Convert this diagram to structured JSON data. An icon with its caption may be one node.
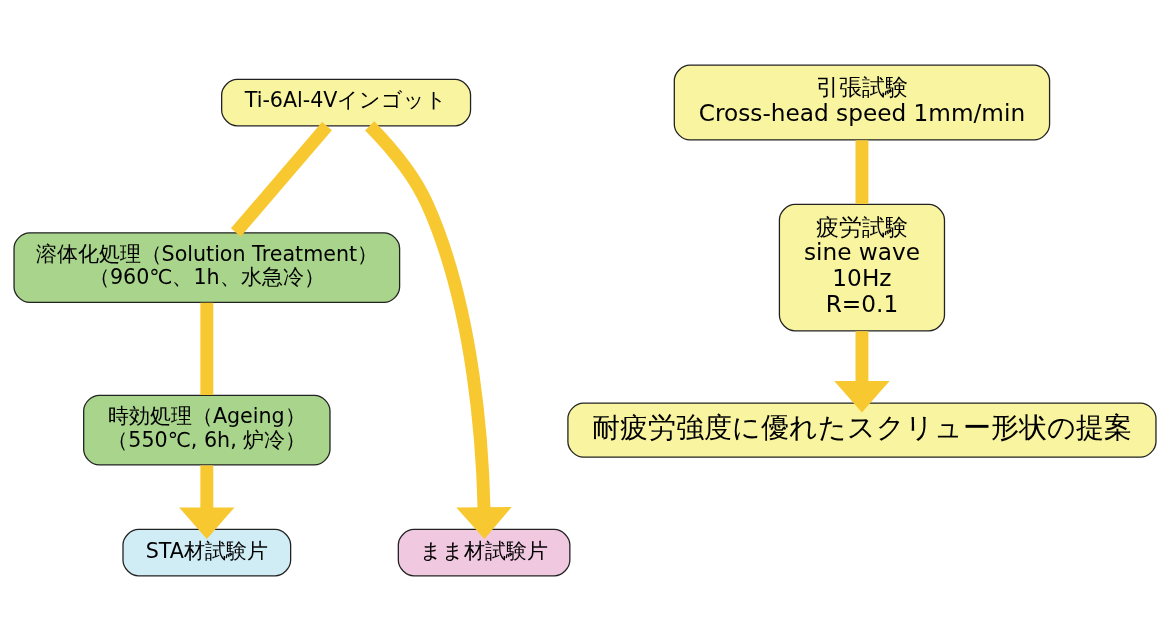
{
  "diagram": {
    "nodes": [
      {
        "text": [
          "Ti-6Al-4Vインゴット"
        ]
      },
      {
        "text": [
          "溶体化処理（Solution Treatment）",
          "（960℃、1h、水急冷）"
        ]
      },
      {
        "text": [
          "時効処理（Ageing）",
          "（550℃, 6h, 炉冷）"
        ]
      },
      {
        "text": [
          "まま材試験片"
        ]
      },
      {
        "text": [
          "STA材試験片"
        ]
      },
      {
        "text": [
          "引張試験",
          "Cross-head speed 1mm/min"
        ]
      },
      {
        "text": [
          "疲労試験",
          "sine wave",
          "10Hz",
          "R=0.1"
        ]
      },
      {
        "text": [
          "耐疲労強度に優れたスクリュー形状の提案"
        ]
      }
    ],
    "edges": [
      {
        "from": 0,
        "to": 3,
        "arrow": "to"
      },
      {
        "from": 0,
        "to": 1,
        "arrow": "none"
      },
      {
        "from": 1,
        "to": 2,
        "arrow": "none"
      },
      {
        "from": 2,
        "to": 4,
        "arrow": "to"
      },
      {
        "from": 5,
        "to": 6,
        "arrow": "none"
      },
      {
        "from": 6,
        "to": 7,
        "arrow": "to"
      }
    ]
  }
}
